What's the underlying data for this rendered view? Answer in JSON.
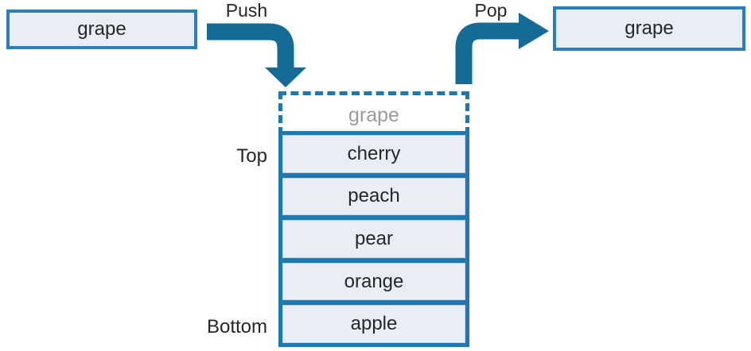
{
  "colors": {
    "arrow": "#156a96",
    "border": "#2a7fba",
    "band": "#1e79b1",
    "fill": "#e9eef6",
    "ghost": "#9b9b9b",
    "text": "#262626"
  },
  "push": {
    "label": "Push",
    "source_item": "grape"
  },
  "pop": {
    "label": "Pop",
    "result_item": "grape"
  },
  "stack": {
    "incoming_item": "grape",
    "top_label": "Top",
    "bottom_label": "Bottom",
    "items": [
      "cherry",
      "peach",
      "pear",
      "orange",
      "apple"
    ]
  }
}
